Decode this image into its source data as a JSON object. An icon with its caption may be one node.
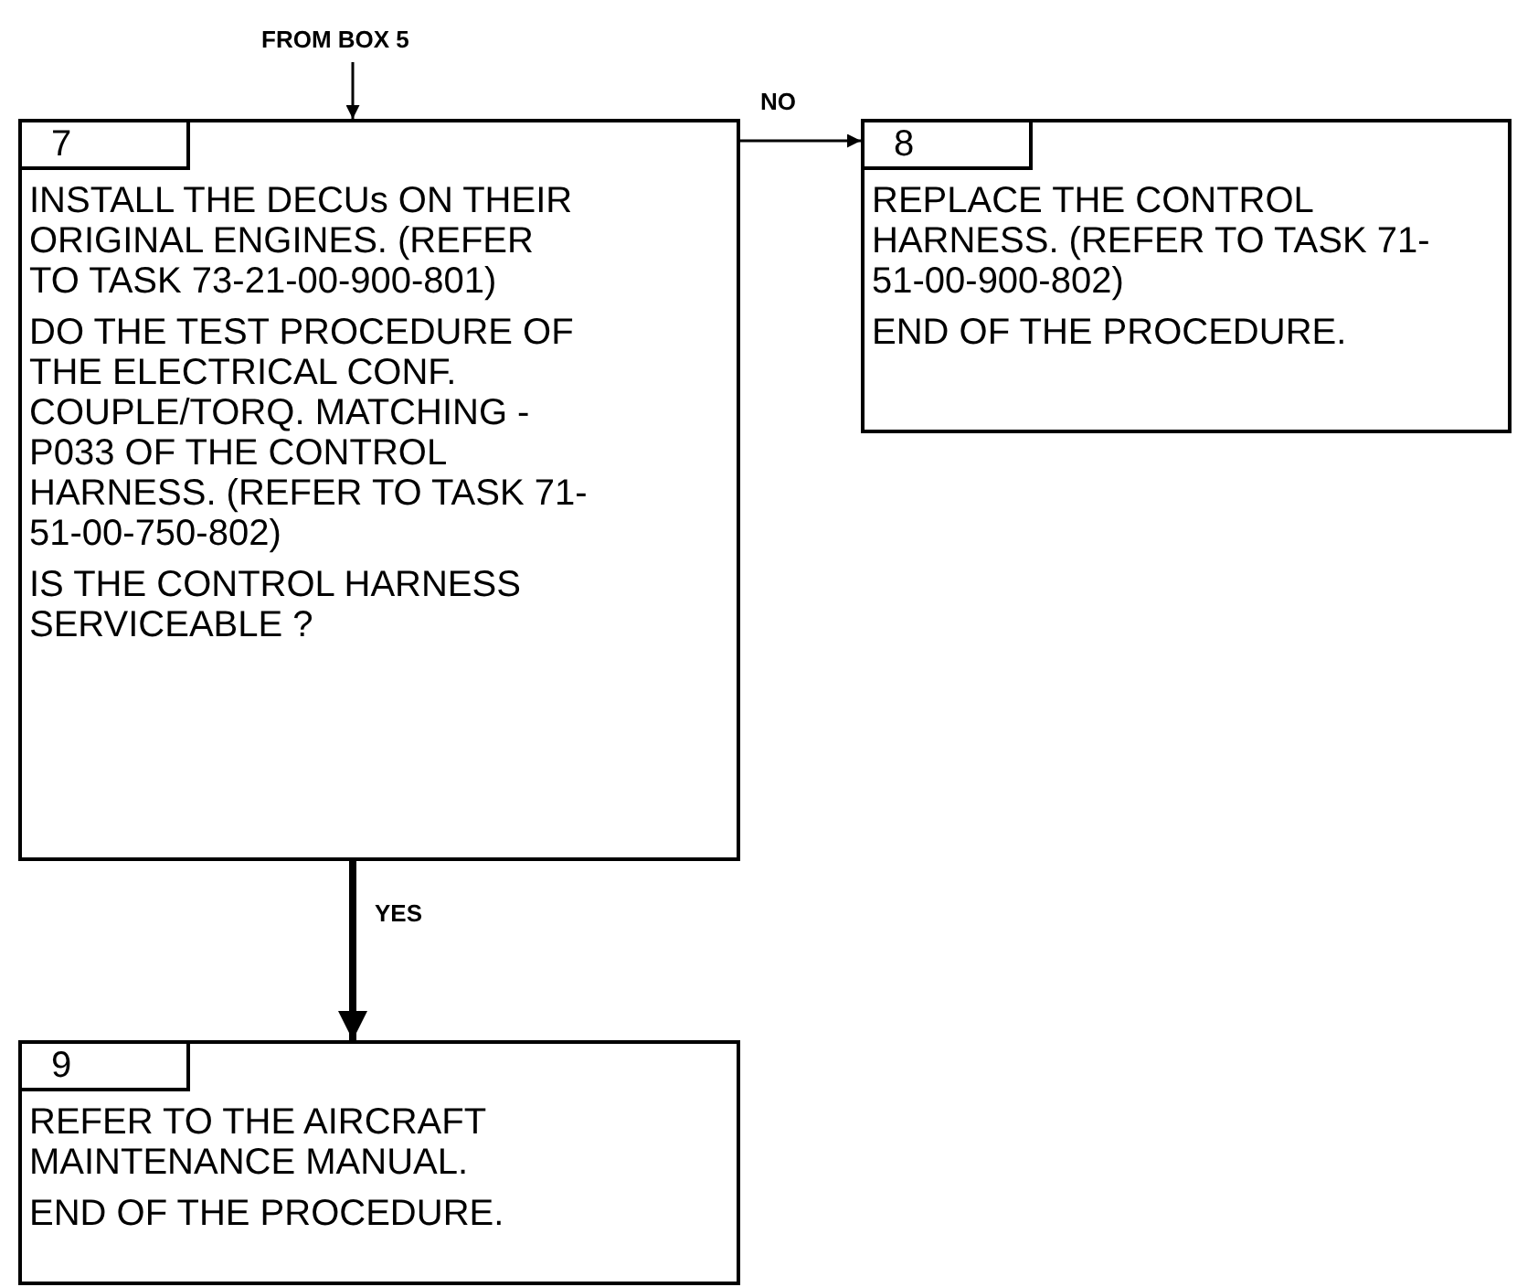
{
  "diagram": {
    "nodes": [
      {
        "text": [
          "FROM BOX 5"
        ]
      },
      {
        "text": [
          "7",
          "INSTALL THE DECUs ON THEIR ORIGINAL ENGINES. (REFER TO TASK 73-21-00-900-801)",
          "DO THE TEST PROCEDURE OF THE ELECTRICAL CONF. COUPLE/TORQ. MATCHING - P033 OF THE CONTROL HARNESS. (REFER TO TASK 71-51-00-750-802)",
          "IS THE CONTROL HARNESS SERVICEABLE ?"
        ]
      },
      {
        "text": [
          "8",
          "REPLACE THE CONTROL HARNESS. (REFER TO TASK 71-51-00-900-802)",
          "END OF THE PROCEDURE."
        ]
      },
      {
        "text": [
          "9",
          "REFER TO THE AIRCRAFT MAINTENANCE MANUAL.",
          "END OF THE PROCEDURE."
        ]
      }
    ],
    "edges": [
      {
        "from": 0,
        "to": 1,
        "arrow": "to"
      },
      {
        "from": 1,
        "to": 2,
        "arrow": "to",
        "label": "NO"
      },
      {
        "from": 1,
        "to": 3,
        "arrow": "to",
        "label": "YES",
        "style": "thick"
      }
    ]
  }
}
